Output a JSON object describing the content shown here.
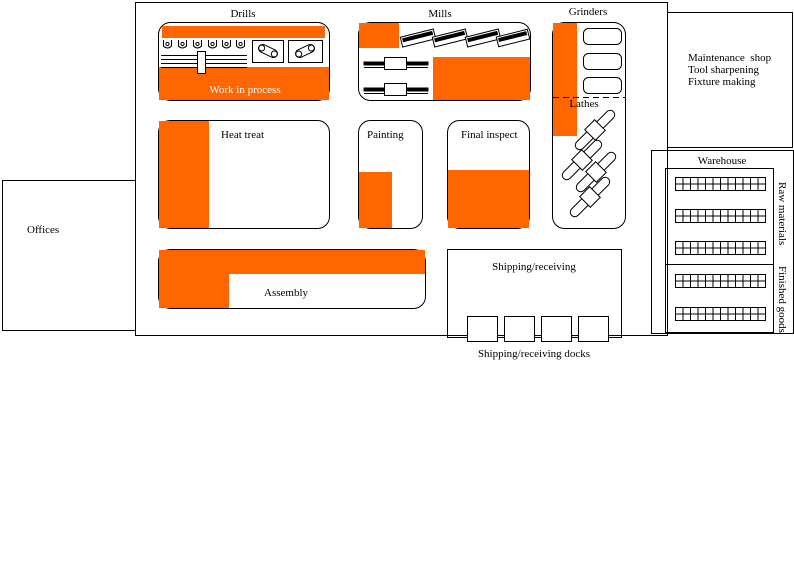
{
  "colors": {
    "accent": "#ff6600",
    "stroke": "#000000",
    "background": "#ffffff"
  },
  "areas": {
    "drills": "Drills",
    "mills": "Mills",
    "grinders": "Grinders",
    "lathes": "Lathes",
    "work_in_process": "Work in process",
    "heat_treat": "Heat treat",
    "painting": "Painting",
    "final_inspect": "Final inspect",
    "assembly": "Assembly",
    "shipping_receiving": "Shipping/receiving",
    "shipping_docks": "Shipping/receiving docks",
    "offices": "Offices",
    "maintenance": [
      "Maintenance  shop",
      "Tool sharpening",
      "Fixture making"
    ],
    "warehouse": "Warehouse",
    "raw_materials": "Raw materials",
    "finished_goods": "Finished goods"
  }
}
